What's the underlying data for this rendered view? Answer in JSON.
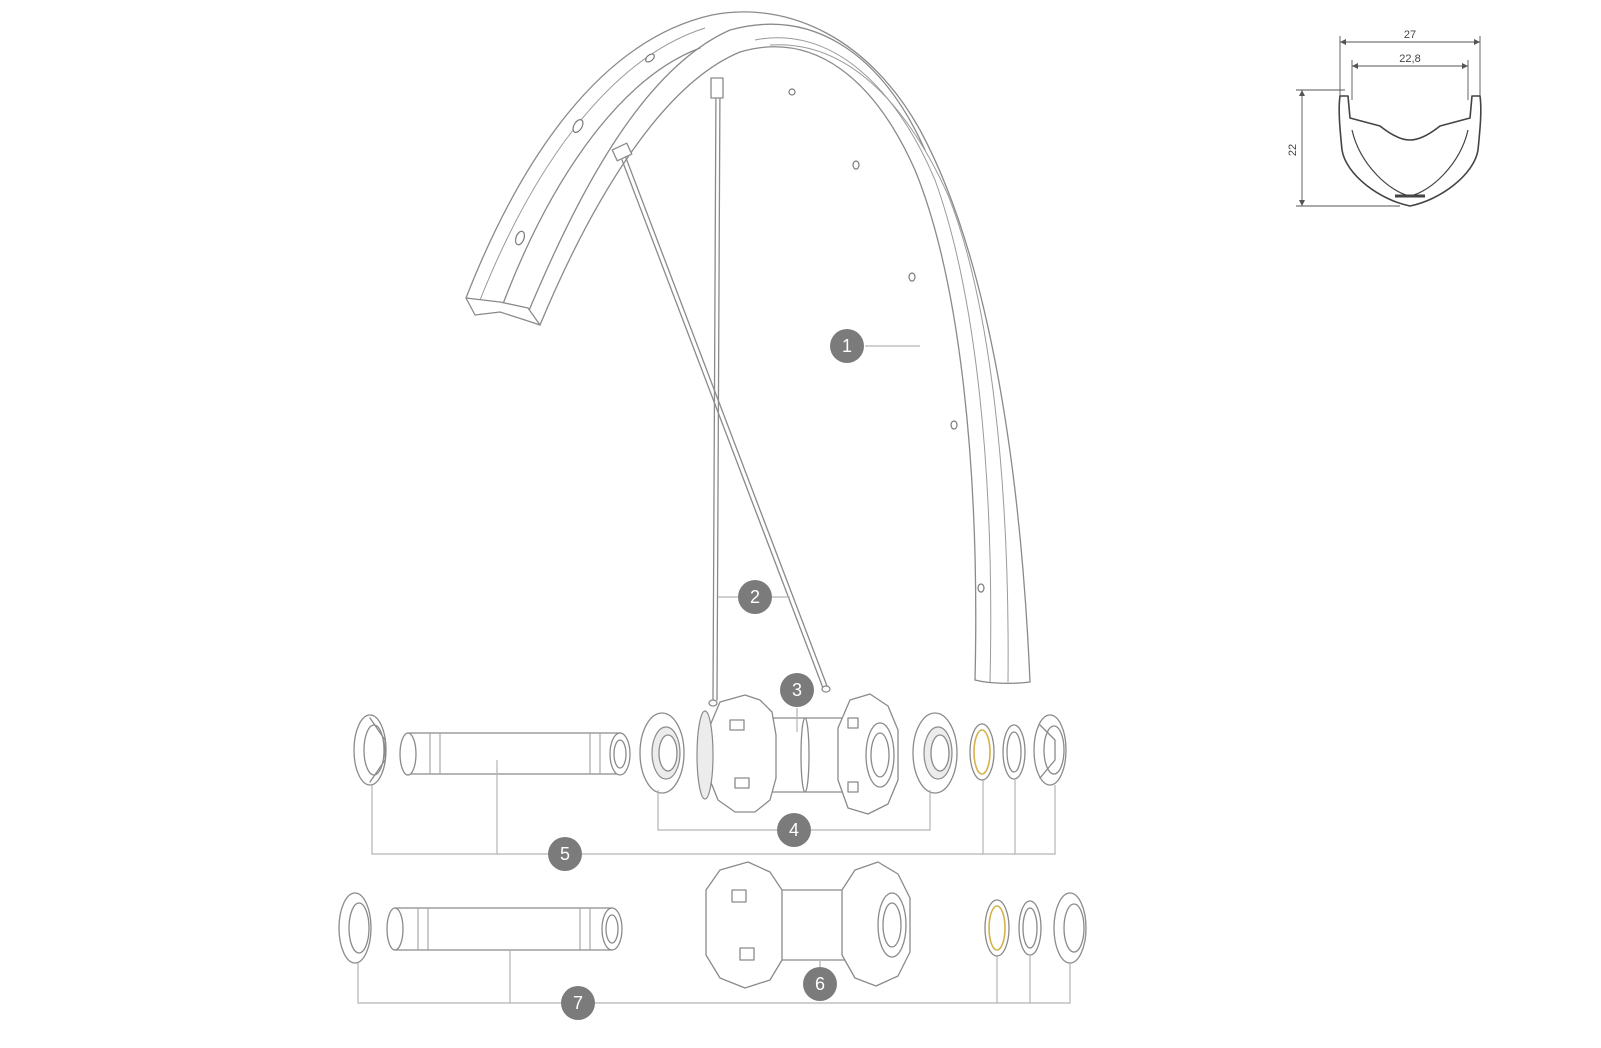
{
  "callouts": {
    "c1": "1",
    "c2": "2",
    "c3": "3",
    "c4": "4",
    "c5": "5",
    "c6": "6",
    "c7": "7"
  },
  "profile": {
    "outer_width": "27",
    "inner_width": "22,8",
    "height": "22"
  },
  "colors": {
    "line": "#8a8a8a",
    "callout": "#7b7b7b",
    "accent": "#d4b24a"
  }
}
